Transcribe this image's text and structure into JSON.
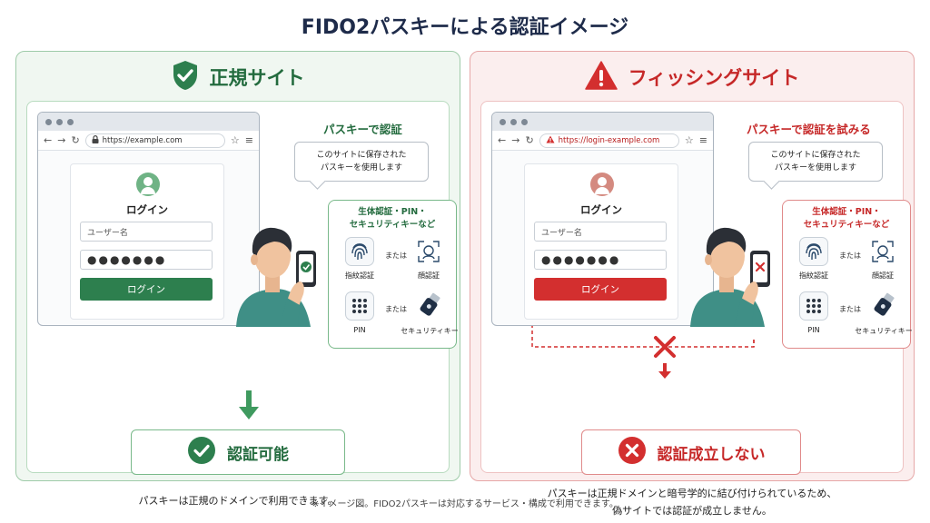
{
  "title": "FIDO2パスキーによる認証イメージ",
  "footnote": "※イメージ図。FIDO2パスキーは対応するサービス・構成で利用できます。",
  "colors": {
    "good": "#2d7f4e",
    "bad": "#d32f2f"
  },
  "legit": {
    "heading": "正規サイト",
    "heading_icon": "shield-check-icon",
    "url": "https://example.com",
    "login_title": "ログイン",
    "username_placeholder": "ユーザー名",
    "password_mask": "●●●●●●●",
    "login_button": "ログイン",
    "passkey_label": "パスキーで認証",
    "bubble_line1": "このサイトに保存された",
    "bubble_line2": "パスキーを使用します",
    "auth_title_line1": "生体認証・PIN・",
    "auth_title_line2": "セキュリティキーなど",
    "opt_fingerprint": "指紋認証",
    "opt_face": "顔認証",
    "opt_pin": "PIN",
    "opt_key": "セキュリティキー",
    "or1": "または",
    "or2": "または",
    "result": "認証可能",
    "desc_line1": "パスキーは正規のドメインで利用できます。"
  },
  "phish": {
    "heading": "フィッシングサイト",
    "heading_icon": "warning-icon",
    "url": "https://login-example.com",
    "login_title": "ログイン",
    "username_placeholder": "ユーザー名",
    "password_mask": "●●●●●●●",
    "login_button": "ログイン",
    "passkey_label": "パスキーで認証を試みる",
    "bubble_line1": "このサイトに保存された",
    "bubble_line2": "パスキーを使用します",
    "auth_title_line1": "生体認証・PIN・",
    "auth_title_line2": "セキュリティキーなど",
    "opt_fingerprint": "指紋認証",
    "opt_face": "顔認証",
    "opt_pin": "PIN",
    "opt_key": "セキュリティキー",
    "or1": "または",
    "or2": "または",
    "result": "認証成立しない",
    "desc_line1": "パスキーは正規ドメインと暗号学的に結び付けられているため、",
    "desc_line2": "偽サイトでは認証が成立しません。"
  }
}
